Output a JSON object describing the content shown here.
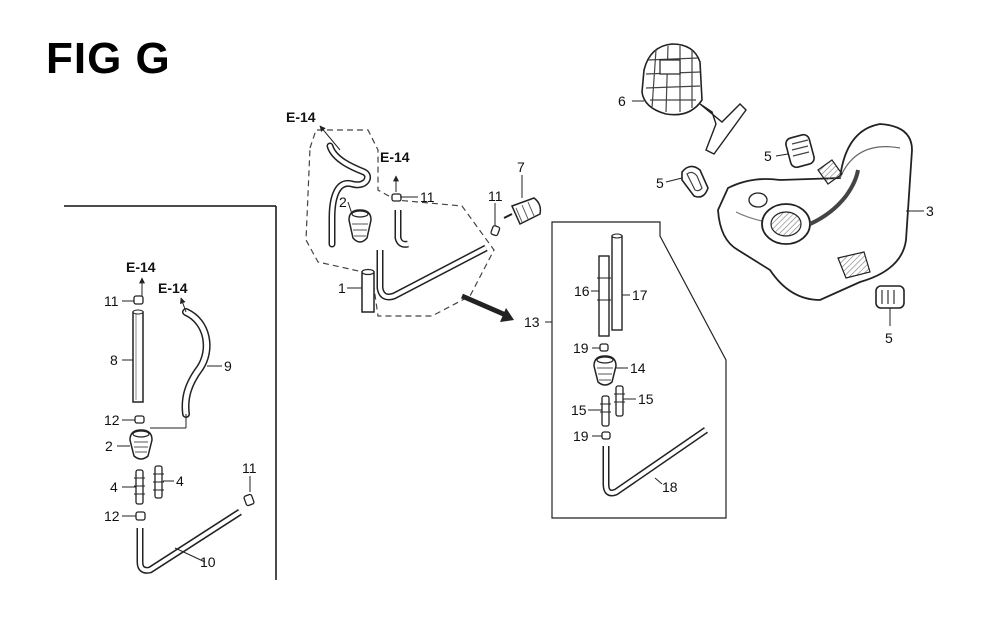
{
  "figure": {
    "title": "FIG G"
  },
  "colors": {
    "line": "#222222",
    "part_fill": "#ffffff",
    "shade": "#8a8a8a",
    "background": "#ffffff"
  },
  "callouts": {
    "c1": "1",
    "c2_top": "2",
    "c2_left": "2",
    "c3": "3",
    "c4_a": "4",
    "c4_b": "4",
    "c5_a": "5",
    "c5_b": "5",
    "c5_c": "5",
    "c6": "6",
    "c7": "7",
    "c8": "8",
    "c9": "9",
    "c10": "10",
    "c11_a": "11",
    "c11_b": "11",
    "c11_c": "11",
    "c11_d": "11",
    "c12_a": "12",
    "c12_b": "12",
    "c13": "13",
    "c14": "14",
    "c15_a": "15",
    "c15_b": "15",
    "c16": "16",
    "c17": "17",
    "c18": "18",
    "c19_a": "19",
    "c19_b": "19"
  },
  "refs": {
    "r_a": "E-14",
    "r_b": "E-14",
    "r_c": "E-14",
    "r_d": "E-14"
  }
}
